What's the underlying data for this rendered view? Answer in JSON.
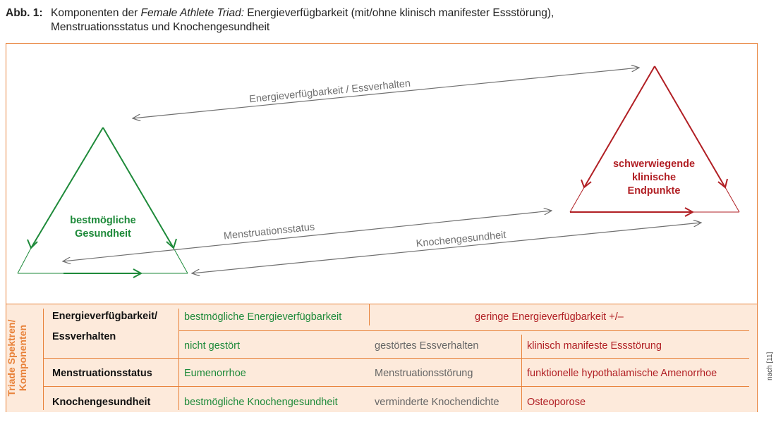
{
  "caption": {
    "label": "Abb. 1:",
    "line1_pre": "Komponenten der ",
    "line1_italic": "Female Athlete Triad:",
    "line1_post": " Energieverfügbarkeit (mit/ohne klinisch manifester Essstörung),",
    "line2": "Menstruationsstatus und Knochengesundheit"
  },
  "diagram": {
    "left_triangle_label_1": "bestmögliche",
    "left_triangle_label_2": "Gesundheit",
    "right_triangle_label_1": "schwerwiegende",
    "right_triangle_label_2": "klinische",
    "right_triangle_label_3": "Endpunkte",
    "arrow_energy": "Energieverfügbarkeit / Essverhalten",
    "arrow_menstruation": "Menstruationsstatus",
    "arrow_bone": "Knochengesundheit",
    "colors": {
      "green": "#1e8a3a",
      "red": "#b11f24",
      "grey": "#707070",
      "orange": "#e8823a"
    }
  },
  "table": {
    "side_label_1": "Triade Spektren/",
    "side_label_2": "Komponenten",
    "row1_header_1": "Energieverfügbarkeit/",
    "row1_header_2": "Essverhalten",
    "row1_best": "bestmögliche Energieverfügbarkeit",
    "row1_low": "geringe Energieverfügbarkeit +/–",
    "row1b_best": "nicht gestört",
    "row1b_mid": "gestörtes Essverhalten",
    "row1b_worst": "klinisch manifeste Essstörung",
    "row2_header": "Menstruationsstatus",
    "row2_best": "Eumenorrhoe",
    "row2_mid": "Menstruationsstörung",
    "row2_worst": "funktionelle hypothalamische Amenorrhoe",
    "row3_header": "Knochengesundheit",
    "row3_best": "bestmögliche Knochengesundheit",
    "row3_mid": "verminderte Knochendichte",
    "row3_worst": "Osteoporose"
  },
  "source": "nach [11]"
}
